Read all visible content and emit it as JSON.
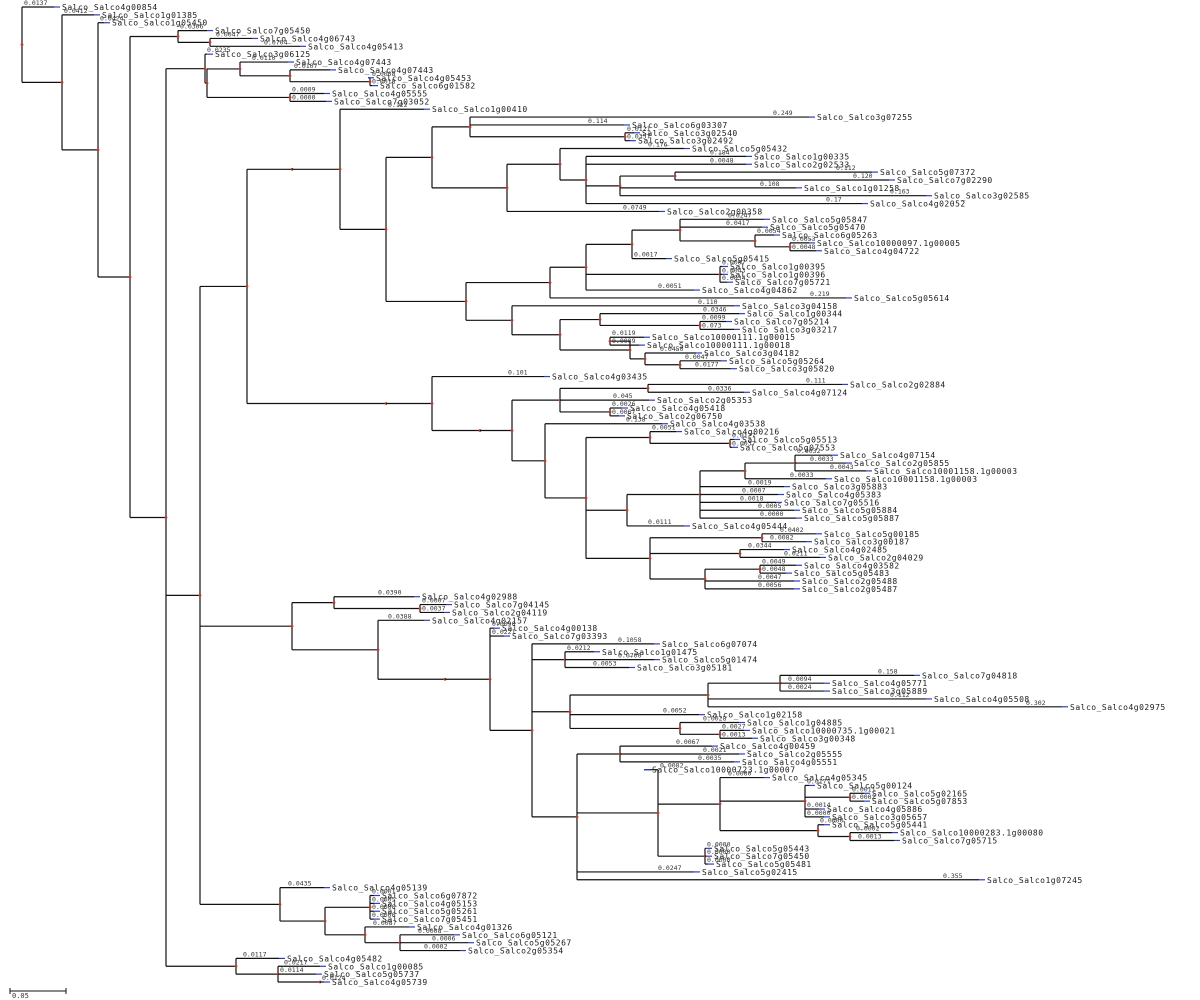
{
  "tree": {
    "leaves": [
      {
        "id": "L1",
        "label": "Salco_Salco4g00854",
        "len": "0.0137"
      },
      {
        "id": "L2",
        "label": "Salco_Salco1g01385",
        "len": "0.0412"
      },
      {
        "id": "L3",
        "label": "Salco_Salco1g05450",
        "len": "0.0424"
      },
      {
        "id": "L4",
        "label": "Salco_Salco7g05450",
        "len": "0.0306"
      },
      {
        "id": "L5",
        "label": "Salco_Salco4g06743",
        "len": "0.0047"
      },
      {
        "id": "L6",
        "label": "Salco_Salco4g05413",
        "len": "0.0704"
      },
      {
        "id": "L7",
        "label": "Salco_Salco3g06125",
        "len": "0.0235"
      },
      {
        "id": "L8",
        "label": "Salco_Salco4g07443",
        "len": "0.0110"
      },
      {
        "id": "L9",
        "label": "Salco_Salco4g07443",
        "len": "0.0107"
      },
      {
        "id": "L10",
        "label": "Salco_Salco4g05453",
        "len": "0.0008"
      },
      {
        "id": "L11",
        "label": "Salco_Salco6g01582",
        "len": "0.0018"
      },
      {
        "id": "L12",
        "label": "Salco_Salco4g05555",
        "len": "0.0009"
      },
      {
        "id": "L13",
        "label": "Salco_Salco7g03052",
        "len": "0.0000"
      },
      {
        "id": "L14",
        "label": "Salco_Salco1g00410",
        "len": "0.122"
      },
      {
        "id": "L15",
        "label": "Salco_Salco3g07255",
        "len": "0.249"
      },
      {
        "id": "L16",
        "label": "Salco_Salco6g03307",
        "len": "0.114"
      },
      {
        "id": "L17",
        "label": "Salco_Salco3g02540",
        "len": "0.0121"
      },
      {
        "id": "L18",
        "label": "Salco_Salco3g02492",
        "len": "0.0357"
      },
      {
        "id": "L19",
        "label": "Salco_Salco5g05432",
        "len": "0.176"
      },
      {
        "id": "L20",
        "label": "Salco_Salco1g00335",
        "len": "0.184"
      },
      {
        "id": "L21",
        "label": "Salco_Salco2g02533",
        "len": "0.0048"
      },
      {
        "id": "L22",
        "label": "Salco_Salco5g07372",
        "len": "0.112"
      },
      {
        "id": "L23",
        "label": "Salco_Salco7g02290",
        "len": "0.120"
      },
      {
        "id": "L24",
        "label": "Salco_Salco1g01258",
        "len": "0.108"
      },
      {
        "id": "L25",
        "label": "Salco_Salco3g02585",
        "len": "0.163"
      },
      {
        "id": "L26",
        "label": "Salco_Salco4g02052",
        "len": "0.17"
      },
      {
        "id": "L27",
        "label": "Salco_Salco2g00358",
        "len": "0.0749"
      },
      {
        "id": "L28",
        "label": "Salco_Salco5g05847",
        "len": "0.0247"
      },
      {
        "id": "L29",
        "label": "Salco_Salco5g05470",
        "len": "0.0417"
      },
      {
        "id": "L30",
        "label": "Salco_Salco6g05263",
        "len": "0.0054"
      },
      {
        "id": "L31",
        "label": "Salco_Salco10000097.1g00005",
        "len": "0.0053"
      },
      {
        "id": "L32",
        "label": "Salco_Salco4g04722",
        "len": "0.0048"
      },
      {
        "id": "L33",
        "label": "Salco_Salco5g05415",
        "len": "0.0017"
      },
      {
        "id": "L34",
        "label": "Salco_Salco1g00395",
        "len": "0.0007"
      },
      {
        "id": "L35",
        "label": "Salco_Salco1g00396",
        "len": "0.0043"
      },
      {
        "id": "L36",
        "label": "Salco_Salco7g05721",
        "len": "0.0034"
      },
      {
        "id": "L37",
        "label": "Salco_Salco4g04862",
        "len": "0.0051"
      },
      {
        "id": "L38",
        "label": "Salco_Salco5g05614",
        "len": "0.219"
      },
      {
        "id": "L39",
        "label": "Salco_Salco3g04158",
        "len": "0.110"
      },
      {
        "id": "L40",
        "label": "Salco_Salco1g00344",
        "len": "0.0346"
      },
      {
        "id": "L41",
        "label": "Salco_Salco7g05214",
        "len": "0.0099"
      },
      {
        "id": "L42",
        "label": "Salco_Salco3g03217",
        "len": "0.073"
      },
      {
        "id": "L43",
        "label": "Salco_Salco10000111.1g00015",
        "len": "0.0119"
      },
      {
        "id": "L44",
        "label": "Salco_Salco10000111.1g00018",
        "len": "0.0009"
      },
      {
        "id": "L45",
        "label": "Salco_Salco3g04182",
        "len": "0.0450"
      },
      {
        "id": "L46",
        "label": "Salco_Salco5g05264",
        "len": "0.0047"
      },
      {
        "id": "L47",
        "label": "Salco_Salco3g05820",
        "len": "0.0177"
      },
      {
        "id": "L48",
        "label": "Salco_Salco4g03435",
        "len": "0.101"
      },
      {
        "id": "L49",
        "label": "Salco_Salco2g02884",
        "len": "0.111"
      },
      {
        "id": "L50",
        "label": "Salco_Salco4g07124",
        "len": "0.0336"
      },
      {
        "id": "L51",
        "label": "Salco_Salco2g05353",
        "len": "0.045"
      },
      {
        "id": "L52",
        "label": "Salco_Salco4g05418",
        "len": "0.0026"
      },
      {
        "id": "L53",
        "label": "Salco_Salco2g06750",
        "len": "0.0067"
      },
      {
        "id": "L54",
        "label": "Salco_Salco4g03538",
        "len": "0.138"
      },
      {
        "id": "L55",
        "label": "Salco_Salco4g00216",
        "len": "0.0051"
      },
      {
        "id": "L56",
        "label": "Salco_Salco5g05513",
        "len": "0.0127"
      },
      {
        "id": "L57",
        "label": "Salco_Salco5g07553",
        "len": "0.0037"
      },
      {
        "id": "L58",
        "label": "Salco_Salco4g07154",
        "len": "0.0032"
      },
      {
        "id": "L59",
        "label": "Salco_Salco2g05855",
        "len": "0.0033"
      },
      {
        "id": "L60",
        "label": "Salco_Salco10001158.1g00003",
        "len": "0.0043"
      },
      {
        "id": "L61",
        "label": "Salco_Salco10001158.1g00003",
        "len": "0.0033"
      },
      {
        "id": "L62",
        "label": "Salco_Salco3g05883",
        "len": "0.0019"
      },
      {
        "id": "L63",
        "label": "Salco_Salco4g05383",
        "len": "0.0007"
      },
      {
        "id": "L64",
        "label": "Salco_Salco7g05516",
        "len": "0.0018"
      },
      {
        "id": "L65",
        "label": "Salco_Salco5g05884",
        "len": "0.0005"
      },
      {
        "id": "L66",
        "label": "Salco_Salco5g05887",
        "len": "0.0000"
      },
      {
        "id": "L67",
        "label": "Salco_Salco4g05444",
        "len": "0.0111"
      },
      {
        "id": "L68",
        "label": "Salco_Salco5g00185",
        "len": "0.0402"
      },
      {
        "id": "L69",
        "label": "Salco_Salco3g00187",
        "len": "0.0082"
      },
      {
        "id": "L70",
        "label": "Salco_Salco4g02485",
        "len": "0.0344"
      },
      {
        "id": "L71",
        "label": "Salco_Salco2g04029",
        "len": "0.0211"
      },
      {
        "id": "L72",
        "label": "Salco_Salco4g03582",
        "len": "0.0049"
      },
      {
        "id": "L73",
        "label": "Salco_Salco5g05483",
        "len": "0.0048"
      },
      {
        "id": "L74",
        "label": "Salco_Salco2g05488",
        "len": "0.0047"
      },
      {
        "id": "L75",
        "label": "Salco_Salco2g05487",
        "len": "0.0056"
      },
      {
        "id": "L76",
        "label": "Salco_Salco4g02988",
        "len": "0.0390"
      },
      {
        "id": "L77",
        "label": "Salco_Salco7g04145",
        "len": "0.0007"
      },
      {
        "id": "L78",
        "label": "Salco_Salco2g04119",
        "len": "0.0037"
      },
      {
        "id": "L79",
        "label": "Salco_Salco4g02157",
        "len": "0.0388"
      },
      {
        "id": "L80",
        "label": "Salco_Salco4g00138",
        "len": "0.0090"
      },
      {
        "id": "L81",
        "label": "Salco_Salco7g03393",
        "len": "0.0221"
      },
      {
        "id": "L82",
        "label": "Salco_Salco6g07074",
        "len": "0.1058"
      },
      {
        "id": "L83",
        "label": "Salco_Salco1g01475",
        "len": "0.0212"
      },
      {
        "id": "L84",
        "label": "Salco_Salco5g01474",
        "len": "0.0700"
      },
      {
        "id": "L85",
        "label": "Salco_Salco3g05181",
        "len": "0.0053"
      },
      {
        "id": "L86",
        "label": "Salco_Salco7g04818",
        "len": "0.158"
      },
      {
        "id": "L87",
        "label": "Salco_Salco4g05771",
        "len": "0.0094"
      },
      {
        "id": "L88",
        "label": "Salco_Salco3g05889",
        "len": "0.0024"
      },
      {
        "id": "L89",
        "label": "Salco_Salco4g05508",
        "len": "0.112"
      },
      {
        "id": "L90",
        "label": "Salco_Salco4g02975",
        "len": "0.302"
      },
      {
        "id": "L91",
        "label": "Salco_Salco1g02158",
        "len": "0.0052"
      },
      {
        "id": "L92",
        "label": "Salco_Salco1g04885",
        "len": "0.0028"
      },
      {
        "id": "L93",
        "label": "Salco_Salco10000735.1g00021",
        "len": "0.0027"
      },
      {
        "id": "L94",
        "label": "Salco_Salco3g00348",
        "len": "0.0013"
      },
      {
        "id": "L95",
        "label": "Salco_Salco4g00459",
        "len": "0.0067"
      },
      {
        "id": "L96",
        "label": "Salco_Salco2g05555",
        "len": "0.0021"
      },
      {
        "id": "L97",
        "label": "Salco_Salco4g05551",
        "len": "0.0035"
      },
      {
        "id": "L98",
        "label": "Salco_Salco10000723.1g00007",
        "len": "0.0082"
      },
      {
        "id": "L99",
        "label": "Salco_Salco4g05345",
        "len": "0.0000"
      },
      {
        "id": "L100",
        "label": "Salco_Salco5g00124",
        "len": "0.0177"
      },
      {
        "id": "L101",
        "label": "Salco_Salco5g02165",
        "len": "0.0011"
      },
      {
        "id": "L102",
        "label": "Salco_Salco5g07853",
        "len": "0.0002"
      },
      {
        "id": "L103",
        "label": "Salco_Salco4g05886",
        "len": "0.0014"
      },
      {
        "id": "L104",
        "label": "Salco_Salco3g05657",
        "len": "0.0000"
      },
      {
        "id": "L105",
        "label": "Salco_Salco5g05441",
        "len": "0.0000"
      },
      {
        "id": "L106",
        "label": "Salco_Salco10000283.1g00080",
        "len": "0.0002"
      },
      {
        "id": "L107",
        "label": "Salco_Salco7g05715",
        "len": "0.0013"
      },
      {
        "id": "L108",
        "label": "Salco_Salco5g05443",
        "len": "0.0000"
      },
      {
        "id": "L109",
        "label": "Salco_Salco7g05450",
        "len": "0.0000"
      },
      {
        "id": "L110",
        "label": "Salco_Salco5g05481",
        "len": "0.0000"
      },
      {
        "id": "L111",
        "label": "Salco_Salco5g02415",
        "len": "0.0247"
      },
      {
        "id": "L112",
        "label": "Salco_Salco1g07245",
        "len": "0.355"
      },
      {
        "id": "L113",
        "label": "Salco_Salco4g05139",
        "len": "0.0435"
      },
      {
        "id": "L114",
        "label": "Salco_Salco6g07872",
        "len": "0.0001"
      },
      {
        "id": "L115",
        "label": "Salco_Salco4g05153",
        "len": "0.0005"
      },
      {
        "id": "L116",
        "label": "Salco_Salco5g05261",
        "len": "0.0000"
      },
      {
        "id": "L117",
        "label": "Salco_Salco7g05451",
        "len": "0.0000"
      },
      {
        "id": "L118",
        "label": "Salco_Salco4g01326",
        "len": "0.0087"
      },
      {
        "id": "L119",
        "label": "Salco_Salco6g05121",
        "len": "0.0008"
      },
      {
        "id": "L120",
        "label": "Salco_Salco5g05267",
        "len": "0.0006"
      },
      {
        "id": "L121",
        "label": "Salco_Salco2g05354",
        "len": "0.0002"
      },
      {
        "id": "L122",
        "label": "Salco_Salco4g05482",
        "len": "0.0117"
      },
      {
        "id": "L123",
        "label": "Salco_Salco1g00085",
        "len": "0.0217"
      },
      {
        "id": "L124",
        "label": "Salco_Salco5g05737",
        "len": "0.0114"
      },
      {
        "id": "L125",
        "label": "Salco_Salco4g05739",
        "len": "0.0124"
      }
    ],
    "scale_bar": {
      "label": "0.05",
      "value": 0.05
    }
  },
  "colors": {
    "branch": "#111111",
    "tip": "#2e3fbf",
    "node": "#c0392b",
    "text": "#1a1a1a"
  }
}
